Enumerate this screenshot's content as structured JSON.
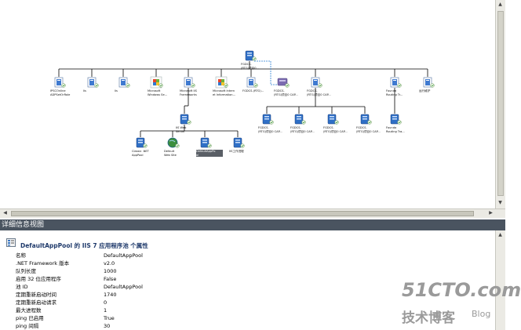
{
  "diagram": {
    "nodes": [
      {
        "id": "root",
        "icon": "server-icon",
        "label": "FGDCS-\n(RTG)项目0..."
      },
      {
        "id": "l1a",
        "icon": "doc-icon",
        "label": "IPSCOnline\nADPSetOrRole"
      },
      {
        "id": "l1b",
        "icon": "doc-icon",
        "label": "Iis"
      },
      {
        "id": "l1c",
        "icon": "doc-icon",
        "label": "Iis"
      },
      {
        "id": "l1d",
        "icon": "windows-icon",
        "label": "Microsoft\nWindows Se..."
      },
      {
        "id": "l1e",
        "icon": "doc-icon",
        "label": "Microsoft IIS\nFrameworks"
      },
      {
        "id": "l1f",
        "icon": "windows-icon",
        "label": "Microsoft Intern\net Information..."
      },
      {
        "id": "l1g",
        "icon": "doc-icon",
        "label": "FGDCS-(RTG)..."
      },
      {
        "id": "l1h",
        "icon": "network-icon",
        "label": "FGDCS-\n(RTG)项目0 CAP..."
      },
      {
        "id": "l1i",
        "icon": "doc-icon",
        "label": "FGDCS-\n(RTG)项目0 CAP..."
      },
      {
        "id": "l1j",
        "icon": "doc-icon",
        "label": "Founda\nRouting Tr..."
      },
      {
        "id": "l1k",
        "icon": "doc-icon",
        "label": "运行维护"
      },
      {
        "id": "l2a",
        "icon": "server-icon",
        "label": "IIS Web\nServer"
      },
      {
        "id": "l2b",
        "icon": "server-icon",
        "label": "FGDCS-\n(RTG)项目0 CAP..."
      },
      {
        "id": "l2c",
        "icon": "server-icon",
        "label": "FGDCS-\n(RTG)项目0 CAP..."
      },
      {
        "id": "l2d",
        "icon": "server-icon",
        "label": "FGDCS-\n(RTG)项目0 CAP..."
      },
      {
        "id": "l2e",
        "icon": "server-icon",
        "label": "FGDCS-\n(RTG)项目0 CAP..."
      },
      {
        "id": "l2f",
        "icon": "server-icon",
        "label": "Founda\nRouting Tra..."
      },
      {
        "id": "l3a",
        "icon": "server-icon",
        "label": "Classic .NET\nAppPool"
      },
      {
        "id": "l3b",
        "icon": "globe-icon",
        "label": "Default\nWeb Site"
      },
      {
        "id": "l3c",
        "icon": "server-icon",
        "label": "DefaultAppPo\nol"
      },
      {
        "id": "l3d",
        "icon": "server-icon",
        "label": "IIS工作进程"
      }
    ]
  },
  "details_panel": {
    "header": "详细信息视图",
    "title": "DefaultAppPool 的 IIS 7 应用程序池 个属性",
    "properties": [
      {
        "name": "名称",
        "value": "DefaultAppPool"
      },
      {
        "name": ".NET Framework 版本",
        "value": "v2.0"
      },
      {
        "name": "队列长度",
        "value": "1000"
      },
      {
        "name": "启用 32 位应用程序",
        "value": "False"
      },
      {
        "name": "池 ID",
        "value": "DefaultAppPool"
      },
      {
        "name": "定期重新启动时间",
        "value": "1740"
      },
      {
        "name": "定期重新启动请求",
        "value": "0"
      },
      {
        "name": "最大进程数",
        "value": "1"
      },
      {
        "name": "ping 已启用",
        "value": "True"
      },
      {
        "name": "ping 间隔",
        "value": "30"
      }
    ]
  },
  "watermark": {
    "line1": "51CTO.com",
    "line2": "技术博客",
    "line3": "Blog"
  }
}
